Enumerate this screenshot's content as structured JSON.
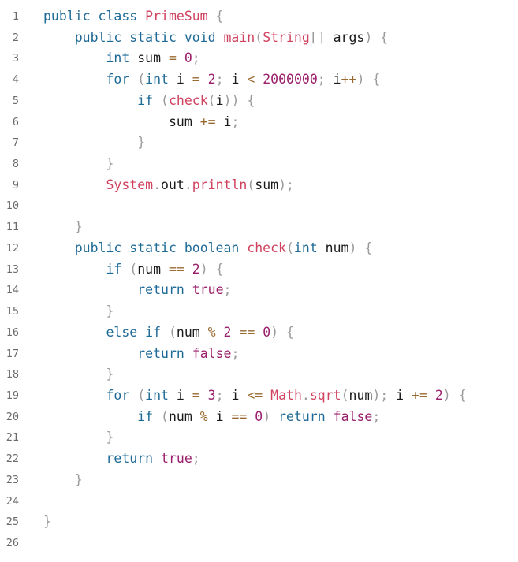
{
  "editor": {
    "lines": [
      {
        "n": "1",
        "t": [
          [
            "public class ",
            "kw"
          ],
          [
            "PrimeSum",
            "nm"
          ],
          [
            " {",
            "pn"
          ]
        ]
      },
      {
        "n": "2",
        "t": [
          [
            "    ",
            "id"
          ],
          [
            "public static void ",
            "kw"
          ],
          [
            "main",
            "nm"
          ],
          [
            "(",
            "pn"
          ],
          [
            "String",
            "nm"
          ],
          [
            "[] ",
            "pn"
          ],
          [
            "args",
            "id"
          ],
          [
            ") {",
            "pn"
          ]
        ]
      },
      {
        "n": "3",
        "t": [
          [
            "        ",
            "id"
          ],
          [
            "int ",
            "kw"
          ],
          [
            "sum ",
            "id"
          ],
          [
            "= ",
            "op"
          ],
          [
            "0",
            "lit"
          ],
          [
            ";",
            "pn"
          ]
        ]
      },
      {
        "n": "4",
        "t": [
          [
            "        ",
            "id"
          ],
          [
            "for ",
            "kw"
          ],
          [
            "(",
            "pn"
          ],
          [
            "int ",
            "kw"
          ],
          [
            "i ",
            "id"
          ],
          [
            "= ",
            "op"
          ],
          [
            "2",
            "lit"
          ],
          [
            "; ",
            "pn"
          ],
          [
            "i ",
            "id"
          ],
          [
            "< ",
            "op"
          ],
          [
            "2000000",
            "lit"
          ],
          [
            "; ",
            "pn"
          ],
          [
            "i",
            "id"
          ],
          [
            "++",
            "op"
          ],
          [
            ") {",
            "pn"
          ]
        ]
      },
      {
        "n": "5",
        "t": [
          [
            "            ",
            "id"
          ],
          [
            "if ",
            "kw"
          ],
          [
            "(",
            "pn"
          ],
          [
            "check",
            "nm"
          ],
          [
            "(",
            "pn"
          ],
          [
            "i",
            "id"
          ],
          [
            ")) {",
            "pn"
          ]
        ]
      },
      {
        "n": "6",
        "t": [
          [
            "                ",
            "id"
          ],
          [
            "sum ",
            "id"
          ],
          [
            "+= ",
            "op"
          ],
          [
            "i",
            "id"
          ],
          [
            ";",
            "pn"
          ]
        ]
      },
      {
        "n": "7",
        "t": [
          [
            "            ",
            "id"
          ],
          [
            "}",
            "pn"
          ]
        ]
      },
      {
        "n": "8",
        "t": [
          [
            "        ",
            "id"
          ],
          [
            "}",
            "pn"
          ]
        ]
      },
      {
        "n": "9",
        "t": [
          [
            "        ",
            "id"
          ],
          [
            "System",
            "nm"
          ],
          [
            ".",
            "pn"
          ],
          [
            "out",
            "id"
          ],
          [
            ".",
            "pn"
          ],
          [
            "println",
            "nm"
          ],
          [
            "(",
            "pn"
          ],
          [
            "sum",
            "id"
          ],
          [
            ");",
            "pn"
          ]
        ]
      },
      {
        "n": "10",
        "t": []
      },
      {
        "n": "11",
        "t": [
          [
            "    ",
            "id"
          ],
          [
            "}",
            "pn"
          ]
        ]
      },
      {
        "n": "12",
        "t": [
          [
            "    ",
            "id"
          ],
          [
            "public static boolean ",
            "kw"
          ],
          [
            "check",
            "nm"
          ],
          [
            "(",
            "pn"
          ],
          [
            "int ",
            "kw"
          ],
          [
            "num",
            "id"
          ],
          [
            ") {",
            "pn"
          ]
        ]
      },
      {
        "n": "13",
        "t": [
          [
            "        ",
            "id"
          ],
          [
            "if ",
            "kw"
          ],
          [
            "(",
            "pn"
          ],
          [
            "num ",
            "id"
          ],
          [
            "== ",
            "op"
          ],
          [
            "2",
            "lit"
          ],
          [
            ") {",
            "pn"
          ]
        ]
      },
      {
        "n": "14",
        "t": [
          [
            "            ",
            "id"
          ],
          [
            "return ",
            "kw"
          ],
          [
            "true",
            "lit"
          ],
          [
            ";",
            "pn"
          ]
        ]
      },
      {
        "n": "15",
        "t": [
          [
            "        ",
            "id"
          ],
          [
            "}",
            "pn"
          ]
        ]
      },
      {
        "n": "16",
        "t": [
          [
            "        ",
            "id"
          ],
          [
            "else if ",
            "kw"
          ],
          [
            "(",
            "pn"
          ],
          [
            "num ",
            "id"
          ],
          [
            "% ",
            "op"
          ],
          [
            "2 ",
            "lit"
          ],
          [
            "== ",
            "op"
          ],
          [
            "0",
            "lit"
          ],
          [
            ") {",
            "pn"
          ]
        ]
      },
      {
        "n": "17",
        "t": [
          [
            "            ",
            "id"
          ],
          [
            "return ",
            "kw"
          ],
          [
            "false",
            "lit"
          ],
          [
            ";",
            "pn"
          ]
        ]
      },
      {
        "n": "18",
        "t": [
          [
            "        ",
            "id"
          ],
          [
            "}",
            "pn"
          ]
        ]
      },
      {
        "n": "19",
        "t": [
          [
            "        ",
            "id"
          ],
          [
            "for ",
            "kw"
          ],
          [
            "(",
            "pn"
          ],
          [
            "int ",
            "kw"
          ],
          [
            "i ",
            "id"
          ],
          [
            "= ",
            "op"
          ],
          [
            "3",
            "lit"
          ],
          [
            "; ",
            "pn"
          ],
          [
            "i ",
            "id"
          ],
          [
            "<= ",
            "op"
          ],
          [
            "Math",
            "nm"
          ],
          [
            ".",
            "pn"
          ],
          [
            "sqrt",
            "nm"
          ],
          [
            "(",
            "pn"
          ],
          [
            "num",
            "id"
          ],
          [
            "); ",
            "pn"
          ],
          [
            "i ",
            "id"
          ],
          [
            "+= ",
            "op"
          ],
          [
            "2",
            "lit"
          ],
          [
            ") {",
            "pn"
          ]
        ]
      },
      {
        "n": "20",
        "t": [
          [
            "            ",
            "id"
          ],
          [
            "if ",
            "kw"
          ],
          [
            "(",
            "pn"
          ],
          [
            "num ",
            "id"
          ],
          [
            "% ",
            "op"
          ],
          [
            "i ",
            "id"
          ],
          [
            "== ",
            "op"
          ],
          [
            "0",
            "lit"
          ],
          [
            ") ",
            "pn"
          ],
          [
            "return ",
            "kw"
          ],
          [
            "false",
            "lit"
          ],
          [
            ";",
            "pn"
          ]
        ]
      },
      {
        "n": "21",
        "t": [
          [
            "        ",
            "id"
          ],
          [
            "}",
            "pn"
          ]
        ]
      },
      {
        "n": "22",
        "t": [
          [
            "        ",
            "id"
          ],
          [
            "return ",
            "kw"
          ],
          [
            "true",
            "lit"
          ],
          [
            ";",
            "pn"
          ]
        ]
      },
      {
        "n": "23",
        "t": [
          [
            "    ",
            "id"
          ],
          [
            "}",
            "pn"
          ]
        ]
      },
      {
        "n": "24",
        "t": []
      },
      {
        "n": "25",
        "t": [
          [
            "}",
            "pn"
          ]
        ]
      },
      {
        "n": "26",
        "t": []
      }
    ]
  },
  "colors": {
    "keyword": "#1e6a96",
    "name": "#d0425f",
    "literal": "#9a1f6c",
    "punctuation": "#9a9a9a",
    "operator": "#9a6a30",
    "identifier": "#1a1a1a",
    "line_number": "#6b6b6b",
    "background": "#ffffff"
  }
}
